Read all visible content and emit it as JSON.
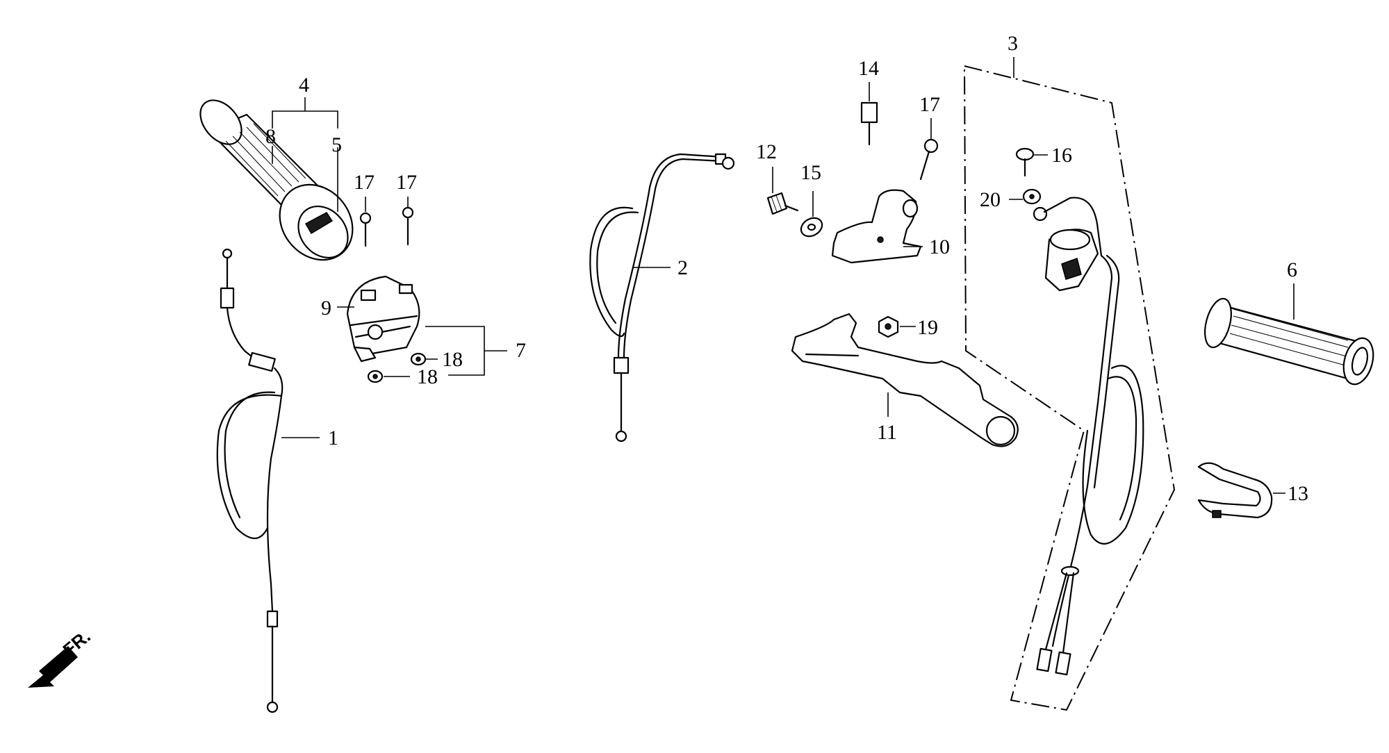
{
  "callouts": {
    "c1": "1",
    "c2": "2",
    "c3": "3",
    "c4": "4",
    "c5": "5",
    "c6": "6",
    "c7": "7",
    "c8": "8",
    "c9": "9",
    "c10": "10",
    "c11": "11",
    "c12": "12",
    "c13": "13",
    "c14": "14",
    "c15": "15",
    "c16": "16",
    "c17a": "17",
    "c17b": "17",
    "c17c": "17",
    "c18a": "18",
    "c18b": "18",
    "c19": "19",
    "c20": "20"
  },
  "direction": {
    "label": "FR.",
    "icon": "front-direction-arrow-icon"
  }
}
